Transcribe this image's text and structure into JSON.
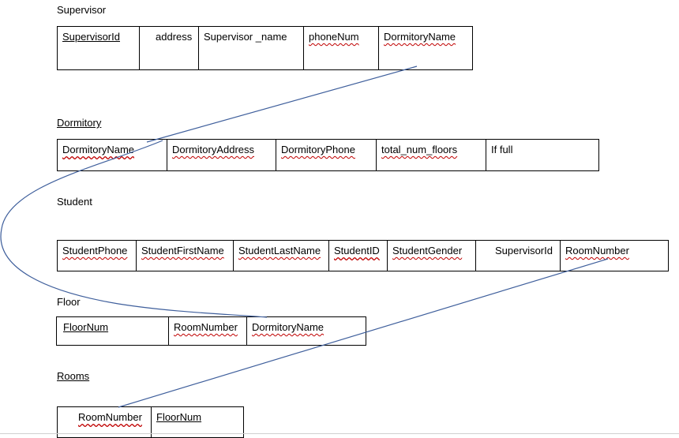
{
  "tables": {
    "supervisor": {
      "title": "Supervisor",
      "columns": [
        "SupervisorId",
        "address",
        "Supervisor _name",
        "phoneNum",
        "DormitoryName"
      ]
    },
    "dormitory": {
      "title": "Dormitory",
      "columns": [
        "DormitoryName",
        "DormitoryAddress",
        "DormitoryPhone",
        "total_num_floors",
        "If full"
      ]
    },
    "student": {
      "title": "Student",
      "columns": [
        "StudentPhone",
        "StudentFirstName",
        "StudentLastName",
        "StudentID",
        "StudentGender",
        "SupervisorId",
        "RoomNumber"
      ]
    },
    "floor": {
      "title": "Floor",
      "columns": [
        "FloorNum",
        "RoomNumber",
        "DormitoryName"
      ]
    },
    "rooms": {
      "title": "Rooms",
      "columns": [
        "RoomNumber",
        "FloorNum"
      ]
    }
  },
  "links": [
    {
      "from": "supervisor.DormitoryName",
      "to": "dormitory.DormitoryName"
    },
    {
      "from": "dormitory.DormitoryName",
      "to": "floor.DormitoryName"
    },
    {
      "from": "student.RoomNumber",
      "to": "rooms.RoomNumber"
    }
  ],
  "colors": {
    "line": "#3f5f9c",
    "spell_underline": "#c00000"
  }
}
